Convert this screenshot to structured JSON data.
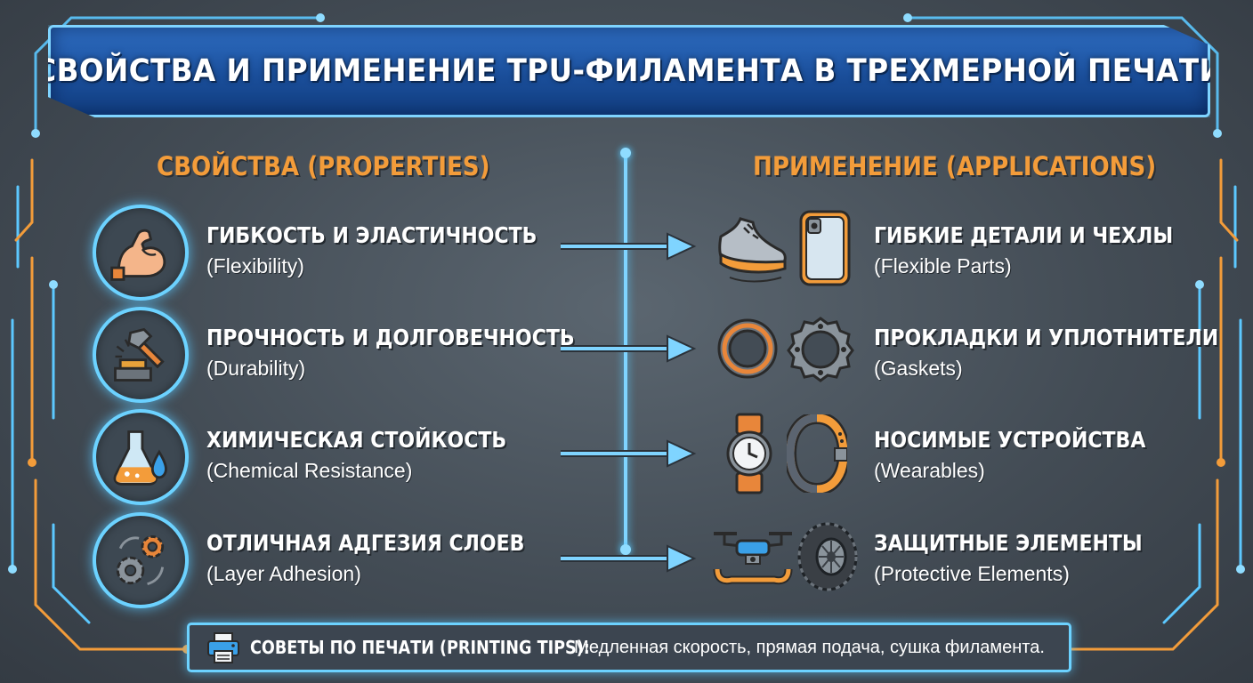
{
  "title": "СВОЙСТВА И ПРИМЕНЕНИЕ TPU-ФИЛАМЕНТА В ТРЕХМЕРНОЙ ПЕЧАТИ",
  "properties_heading": "СВОЙСТВА (PROPERTIES)",
  "applications_heading": "ПРИМЕНЕНИЕ (APPLICATIONS)",
  "properties": [
    {
      "title": "ГИБКОСТЬ И ЭЛАСТИЧНОСТЬ",
      "subtitle": "(Flexibility)",
      "icon": "flexed-arm-icon"
    },
    {
      "title": "ПРОЧНОСТЬ И ДОЛГОВЕЧНОСТЬ",
      "subtitle": "(Durability)",
      "icon": "hammer-anvil-icon"
    },
    {
      "title": "ХИМИЧЕСКАЯ СТОЙКОСТЬ",
      "subtitle": "(Chemical Resistance)",
      "icon": "flask-drop-icon"
    },
    {
      "title": "ОТЛИЧНАЯ АДГЕЗИЯ СЛОЕВ",
      "subtitle": "(Layer Adhesion)",
      "icon": "gears-cycle-icon"
    }
  ],
  "applications": [
    {
      "title": "ГИБКИЕ ДЕТАЛИ И ЧЕХЛЫ",
      "subtitle": "(Flexible Parts)",
      "icons": [
        "sneaker-icon",
        "phone-case-icon"
      ]
    },
    {
      "title": "ПРОКЛАДКИ И УПЛОТНИТЕЛИ",
      "subtitle": "(Gaskets)",
      "icons": [
        "o-ring-icon",
        "gasket-icon"
      ]
    },
    {
      "title": "НОСИМЫЕ УСТРОЙСТВА",
      "subtitle": "(Wearables)",
      "icons": [
        "watch-icon",
        "watch-band-icon"
      ]
    },
    {
      "title": "ЗАЩИТНЫЕ ЭЛЕМЕНТЫ",
      "subtitle": "(Protective Elements)",
      "icons": [
        "drone-icon",
        "tire-icon"
      ]
    }
  ],
  "tips": {
    "label": "СОВЕТЫ ПО ПЕЧАТИ (PRINTING TIPS):",
    "text": "Медленная скорость, прямая подача, сушка филамента.",
    "icon": "printer-icon"
  },
  "colors": {
    "accent_orange": "#f39c3a",
    "glow_blue": "#6cd2ff",
    "title_blue": "#1a4e9a"
  }
}
